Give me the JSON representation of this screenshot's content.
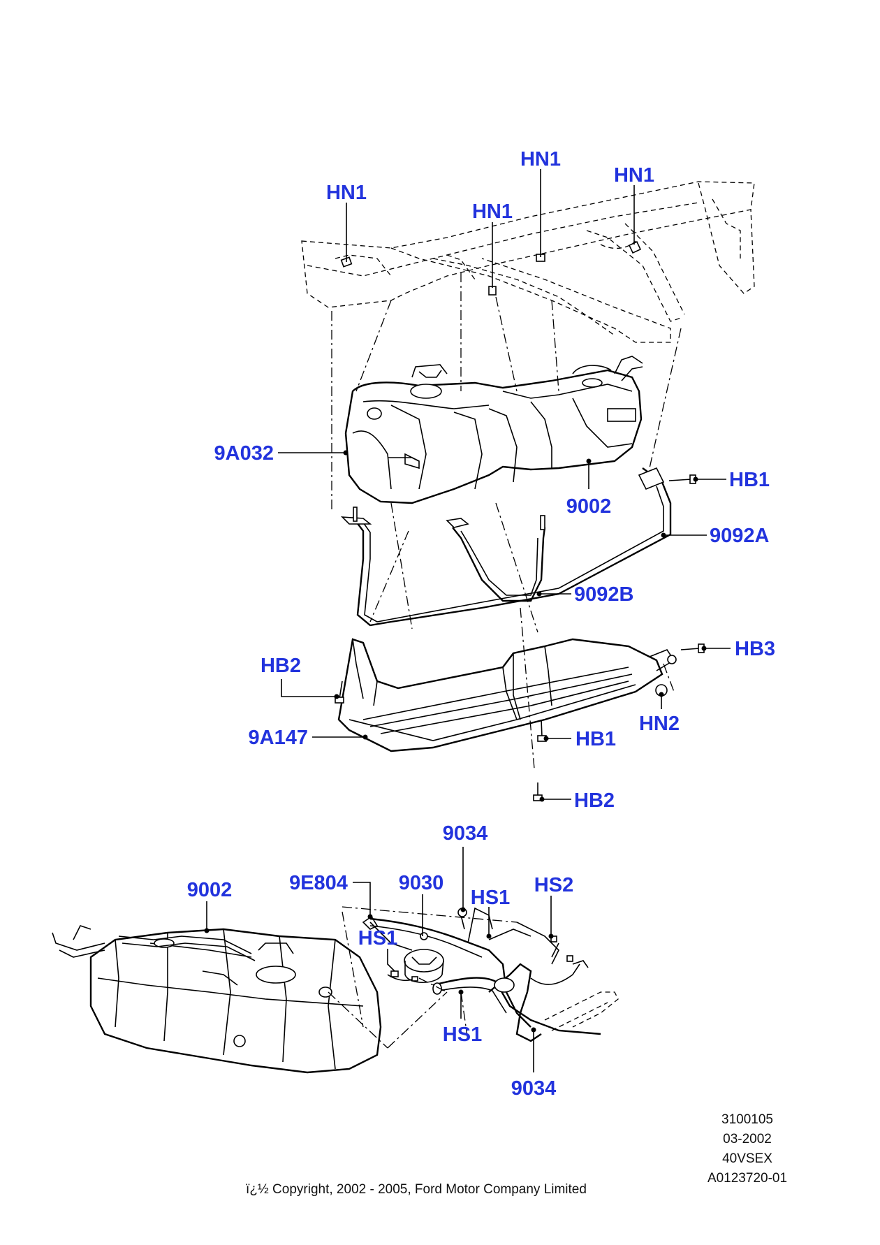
{
  "diagram": {
    "labels": {
      "hn1_a": "HN1",
      "hn1_b": "HN1",
      "hn1_c": "HN1",
      "hn1_d": "HN1",
      "p9a032": "9A032",
      "p9002_upper": "9002",
      "hb1_upper": "HB1",
      "p9092a": "9092A",
      "p9092b": "9092B",
      "hb3": "HB3",
      "hb2_left": "HB2",
      "hn2": "HN2",
      "p9a147": "9A147",
      "hb1_lower": "HB1",
      "hb2_lower": "HB2",
      "p9034_top": "9034",
      "p9002_lower": "9002",
      "p9e804": "9E804",
      "p9030": "9030",
      "hs1_top": "HS1",
      "hs2": "HS2",
      "hs1_left": "HS1",
      "hs1_bottom": "HS1",
      "p9034_bottom": "9034"
    },
    "label_color": "#2233dd"
  },
  "footer": {
    "reference_lines": [
      "3100105",
      "03-2002",
      "40VSEX",
      "A0123720-01"
    ],
    "copyright": "ï¿½ Copyright, 2002 - 2005, Ford Motor Company Limited"
  }
}
